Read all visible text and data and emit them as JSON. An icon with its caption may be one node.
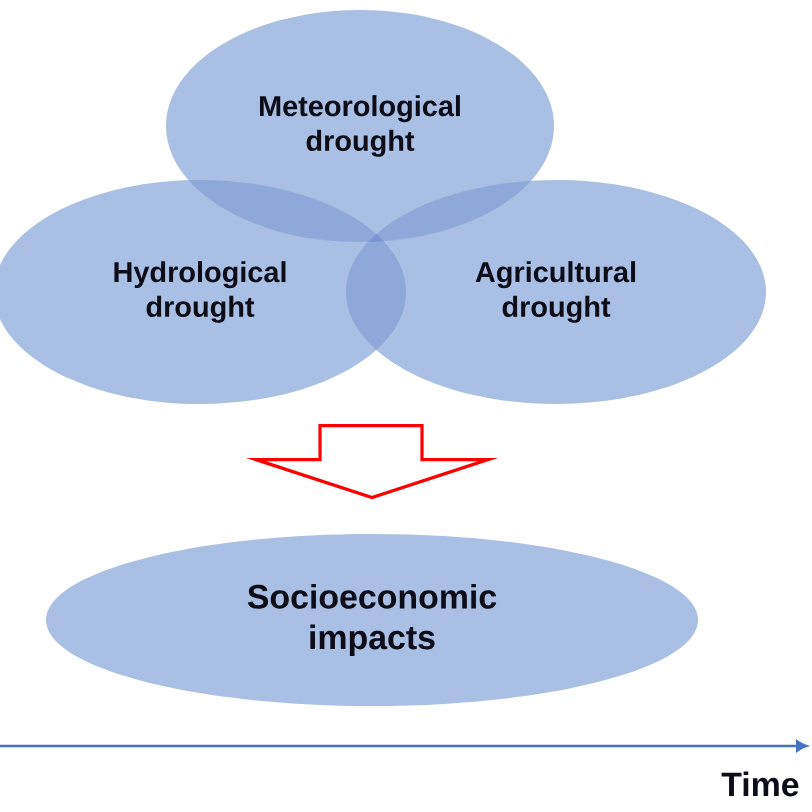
{
  "diagram": {
    "nodes": [
      {
        "text": [
          "Meteorological drought"
        ]
      },
      {
        "text": [
          "Hydrological drought"
        ]
      },
      {
        "text": [
          "Agricultural drought"
        ]
      },
      {
        "text": [
          "Socioeconomic impacts"
        ]
      }
    ],
    "edges": [
      {
        "from": null,
        "to": 3,
        "arrow": "to",
        "color": "#ff0000"
      }
    ],
    "labels": [
      "Time"
    ]
  }
}
